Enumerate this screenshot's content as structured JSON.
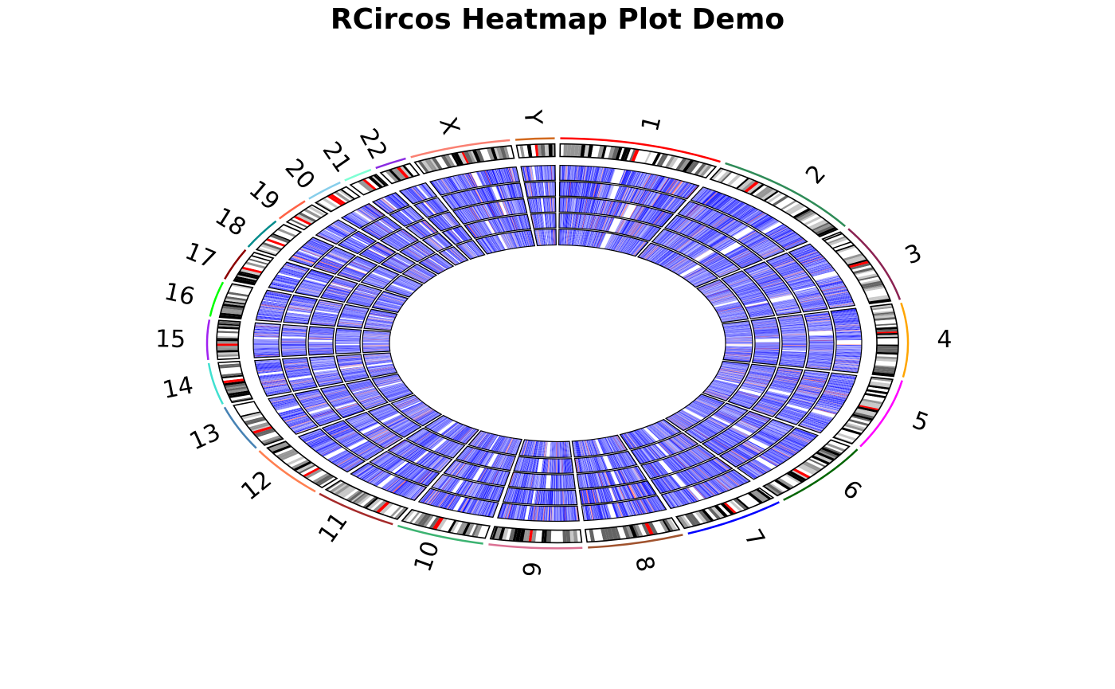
{
  "title": "RCircos Heatmap Plot Demo",
  "chart_data": {
    "type": "heatmap",
    "subtype": "circos",
    "title": "RCircos Heatmap Plot Demo",
    "xlabel": "",
    "ylabel": "",
    "layout": {
      "center": [
        700,
        431
      ],
      "y_scale": 0.585,
      "start_angle_deg": 0,
      "direction": "clockwise",
      "gap_deg": 0.9
    },
    "chromosomes": [
      {
        "name": "1",
        "length": 249,
        "color": "#FF0000"
      },
      {
        "name": "2",
        "length": 243,
        "color": "#2E8B57"
      },
      {
        "name": "3",
        "length": 198,
        "color": "#8B2252"
      },
      {
        "name": "4",
        "length": 191,
        "color": "#FFA500"
      },
      {
        "name": "5",
        "length": 181,
        "color": "#FF00FF"
      },
      {
        "name": "6",
        "length": 171,
        "color": "#006400"
      },
      {
        "name": "7",
        "length": 159,
        "color": "#0000FF"
      },
      {
        "name": "8",
        "length": 146,
        "color": "#A0522D"
      },
      {
        "name": "9",
        "length": 141,
        "color": "#DB7093"
      },
      {
        "name": "10",
        "length": 136,
        "color": "#3CB371"
      },
      {
        "name": "11",
        "length": 135,
        "color": "#A52A2A"
      },
      {
        "name": "12",
        "length": 134,
        "color": "#FF7F50"
      },
      {
        "name": "13",
        "length": 115,
        "color": "#4682B4"
      },
      {
        "name": "14",
        "length": 107,
        "color": "#40E0D0"
      },
      {
        "name": "15",
        "length": 103,
        "color": "#A020F0"
      },
      {
        "name": "16",
        "length": 90,
        "color": "#00FF00"
      },
      {
        "name": "17",
        "length": 81,
        "color": "#8B0000"
      },
      {
        "name": "18",
        "length": 78,
        "color": "#008B8B"
      },
      {
        "name": "19",
        "length": 59,
        "color": "#FF6347"
      },
      {
        "name": "20",
        "length": 63,
        "color": "#87CEEB"
      },
      {
        "name": "21",
        "length": 48,
        "color": "#7FFFD4"
      },
      {
        "name": "22",
        "length": 51,
        "color": "#8A2BE2"
      },
      {
        "name": "X",
        "length": 155,
        "color": "#FA8072"
      },
      {
        "name": "Y",
        "length": 59,
        "color": "#D2691E"
      }
    ],
    "tracks": {
      "highlight_radius": 440,
      "ideogram": {
        "outer": 428,
        "inner": 401
      },
      "label_radius": 486,
      "heatmap": [
        {
          "name": "track-1",
          "outer": 382,
          "inner": 350
        },
        {
          "name": "track-2",
          "outer": 347,
          "inner": 316
        },
        {
          "name": "track-3",
          "outer": 313,
          "inner": 282
        },
        {
          "name": "track-4",
          "outer": 279,
          "inner": 248
        },
        {
          "name": "track-5",
          "outer": 245,
          "inner": 211
        }
      ]
    },
    "heatmap_colormap": {
      "low": "#0000FF",
      "mid": "#FFFFFF",
      "high": "#FF0000"
    },
    "band_colors": {
      "gneg": "#FFFFFF",
      "gpos25": "#C8C8C8",
      "gpos50": "#969696",
      "gpos75": "#646464",
      "gpos100": "#000000",
      "acen": "#FF0000",
      "gvar": "#D3D3D3",
      "stalk": "#4682B4"
    },
    "legend": null
  }
}
